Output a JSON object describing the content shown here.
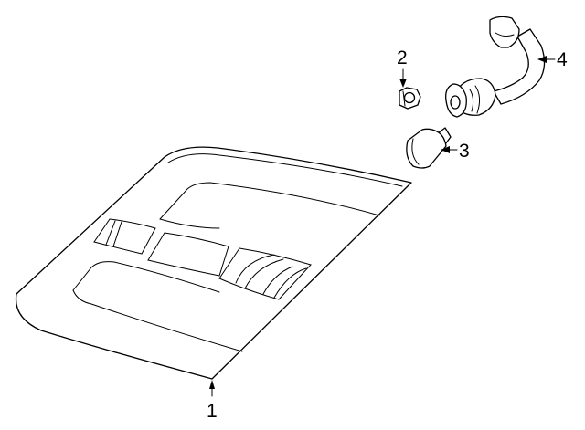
{
  "callouts": [
    {
      "id": "lamp-housing",
      "label": "1"
    },
    {
      "id": "nut",
      "label": "2"
    },
    {
      "id": "bulb",
      "label": "3"
    },
    {
      "id": "socket-harness",
      "label": "4"
    }
  ]
}
